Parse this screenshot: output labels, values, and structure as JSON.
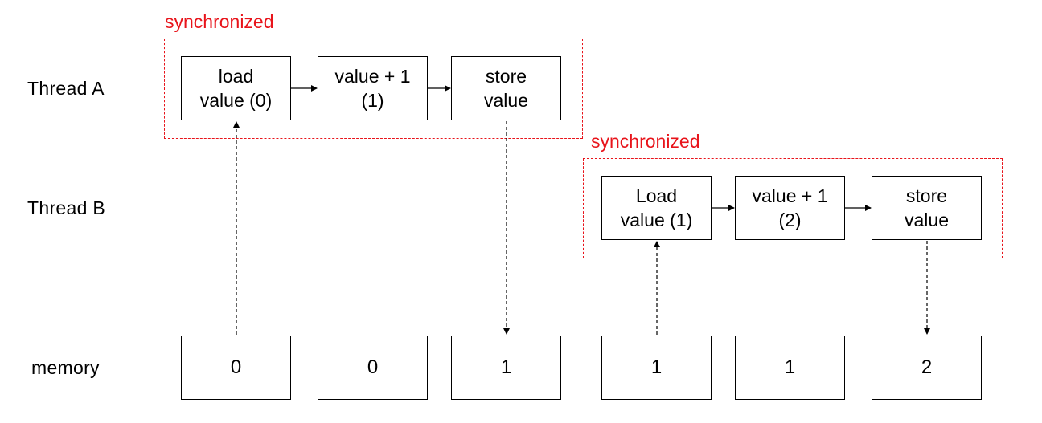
{
  "rows": {
    "thread_a": "Thread A",
    "thread_b": "Thread B",
    "memory": "memory"
  },
  "sync_label": "synchronized",
  "thread_a_steps": [
    {
      "line1": "load",
      "line2": "value (0)"
    },
    {
      "line1": "value + 1",
      "line2": "(1)"
    },
    {
      "line1": "store",
      "line2": "value"
    }
  ],
  "thread_b_steps": [
    {
      "line1": "Load",
      "line2": "value (1)"
    },
    {
      "line1": "value + 1",
      "line2": "(2)"
    },
    {
      "line1": "store",
      "line2": "value"
    }
  ],
  "memory_values": [
    "0",
    "0",
    "1",
    "1",
    "1",
    "2"
  ],
  "colors": {
    "sync": "#e8141b",
    "line": "#000000"
  }
}
